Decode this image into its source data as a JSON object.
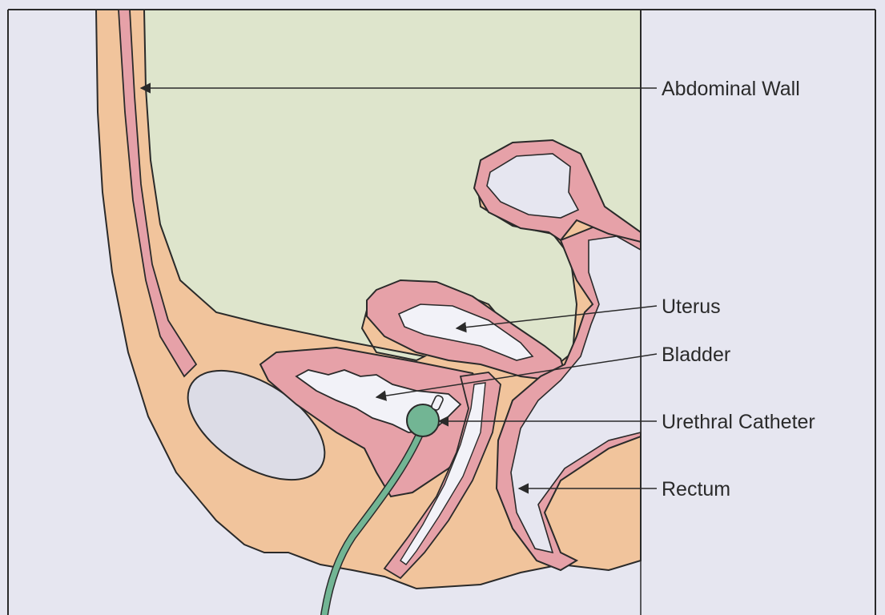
{
  "labels": {
    "abdominal_wall": "Abdominal Wall",
    "uterus": "Uterus",
    "bladder": "Bladder",
    "urethral_catheter": "Urethral Catheter",
    "rectum": "Rectum"
  },
  "colors": {
    "background": "#e6e6f0",
    "abdominal_cavity": "#dee5cc",
    "tissue": "#f1c49c",
    "organ_wall": "#e6a1a8",
    "organ_lumen": "#e6e6f0",
    "bone": "#dcdce6",
    "catheter": "#72b594",
    "outline": "#2a2a2a"
  }
}
